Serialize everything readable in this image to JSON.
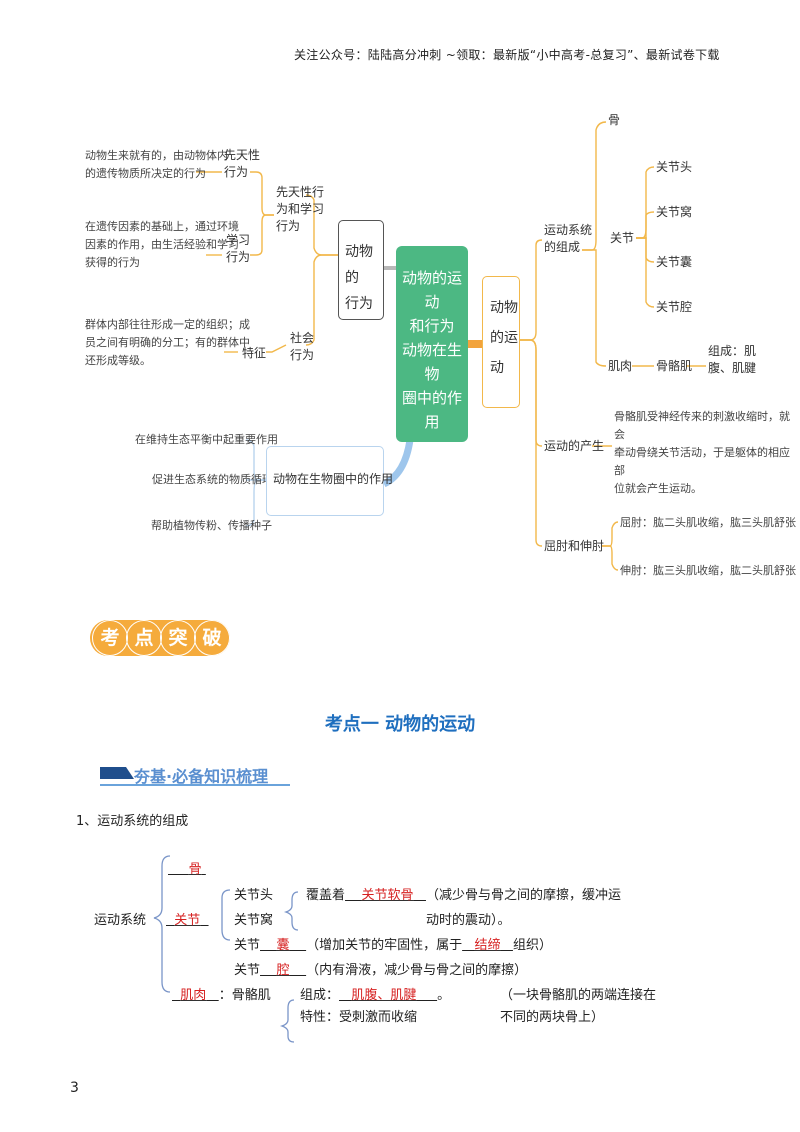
{
  "header": "关注公众号：陆陆高分冲刺  ~领取：最新版“小中高考-总复习”、最新试卷下载",
  "mindmap": {
    "center": [
      "动物的运动",
      "和行为",
      "动物在生物",
      "圈中的作用"
    ],
    "behavior": {
      "title": [
        "动物的",
        "行为"
      ],
      "innate_learned": [
        "先天性行",
        "为和学习",
        "行为"
      ],
      "innate": [
        "先天性",
        "行为"
      ],
      "innate_desc": [
        "动物生来就有的，由动物体内",
        "的遗传物质所决定的行为"
      ],
      "learned": [
        "学习",
        "行为"
      ],
      "learned_desc": [
        "在遗传因素的基础上，通过环境",
        "因素的作用，由生活经验和学习",
        "获得的行为"
      ],
      "social": [
        "社会",
        "行为"
      ],
      "feature": "特征",
      "social_desc": [
        "群体内部往往形成一定的组织；成",
        "员之间有明确的分工；有的群体中",
        "还形成等级。"
      ]
    },
    "role": {
      "title": "动物在生物圈中的作用",
      "items": [
        "在维持生态平衡中起重要作用",
        "促进生态系统的物质循环",
        "帮助植物传粉、传播种子"
      ]
    },
    "movement": {
      "title": [
        "动物",
        "的运",
        "动"
      ],
      "system": [
        "运动系统",
        "的组成"
      ],
      "bone": "骨",
      "joint": "关节",
      "joint_parts": [
        "关节头",
        "关节窝",
        "关节囊",
        "关节腔"
      ],
      "muscle": "肌肉",
      "skeletal": "骨骼肌",
      "muscle_comp": [
        "组成：肌",
        "腹、肌腱"
      ],
      "produce": "运动的产生",
      "produce_desc": [
        "骨骼肌受神经传来的刺激收缩时，就会",
        "牵动骨绕关节活动，于是躯体的相应部",
        "位就会产生运动。"
      ],
      "flex_ext": "屈肘和伸肘",
      "flex": "屈肘：肱二头肌收缩，肱三头肌舒张",
      "ext": "伸肘：肱三头肌收缩，肱二头肌舒张"
    }
  },
  "badge": [
    "考",
    "点",
    "突",
    "破"
  ],
  "section_title": "考点一    动物的运动",
  "band_title": "夯基·必备知识梳理",
  "item_title": "1、运动系统的组成",
  "outline": {
    "root": "运动系统",
    "bone": "骨",
    "joint": "关节",
    "joint_head": "关节头",
    "joint_socket": "关节窝",
    "cover_prefix": "覆盖着",
    "cartilage": "关节软骨",
    "cover_note_1": "（减少骨与骨之间的摩擦，缓冲运",
    "cover_note_2": "动时的震动）。",
    "capsule_prefix": "关节",
    "capsule": "囊",
    "capsule_note_1": "（增加关节的牢固性，属于",
    "capsule_tissue": "结缔",
    "capsule_note_2": "组织）",
    "cavity_prefix": "关节",
    "cavity": "腔",
    "cavity_note": "（内有滑液，减少骨与骨之间的摩擦）",
    "muscle": "肌肉",
    "skeletal": "：骨骼肌",
    "comp_prefix": "组成：",
    "comp": "肌腹、肌腱",
    "comp_end": "。",
    "comp_note_1": "（一块骨骼肌的两端连接在",
    "comp_note_2": "不同的两块骨上）",
    "trait": "特性：受刺激而收缩"
  },
  "page_number": "3"
}
